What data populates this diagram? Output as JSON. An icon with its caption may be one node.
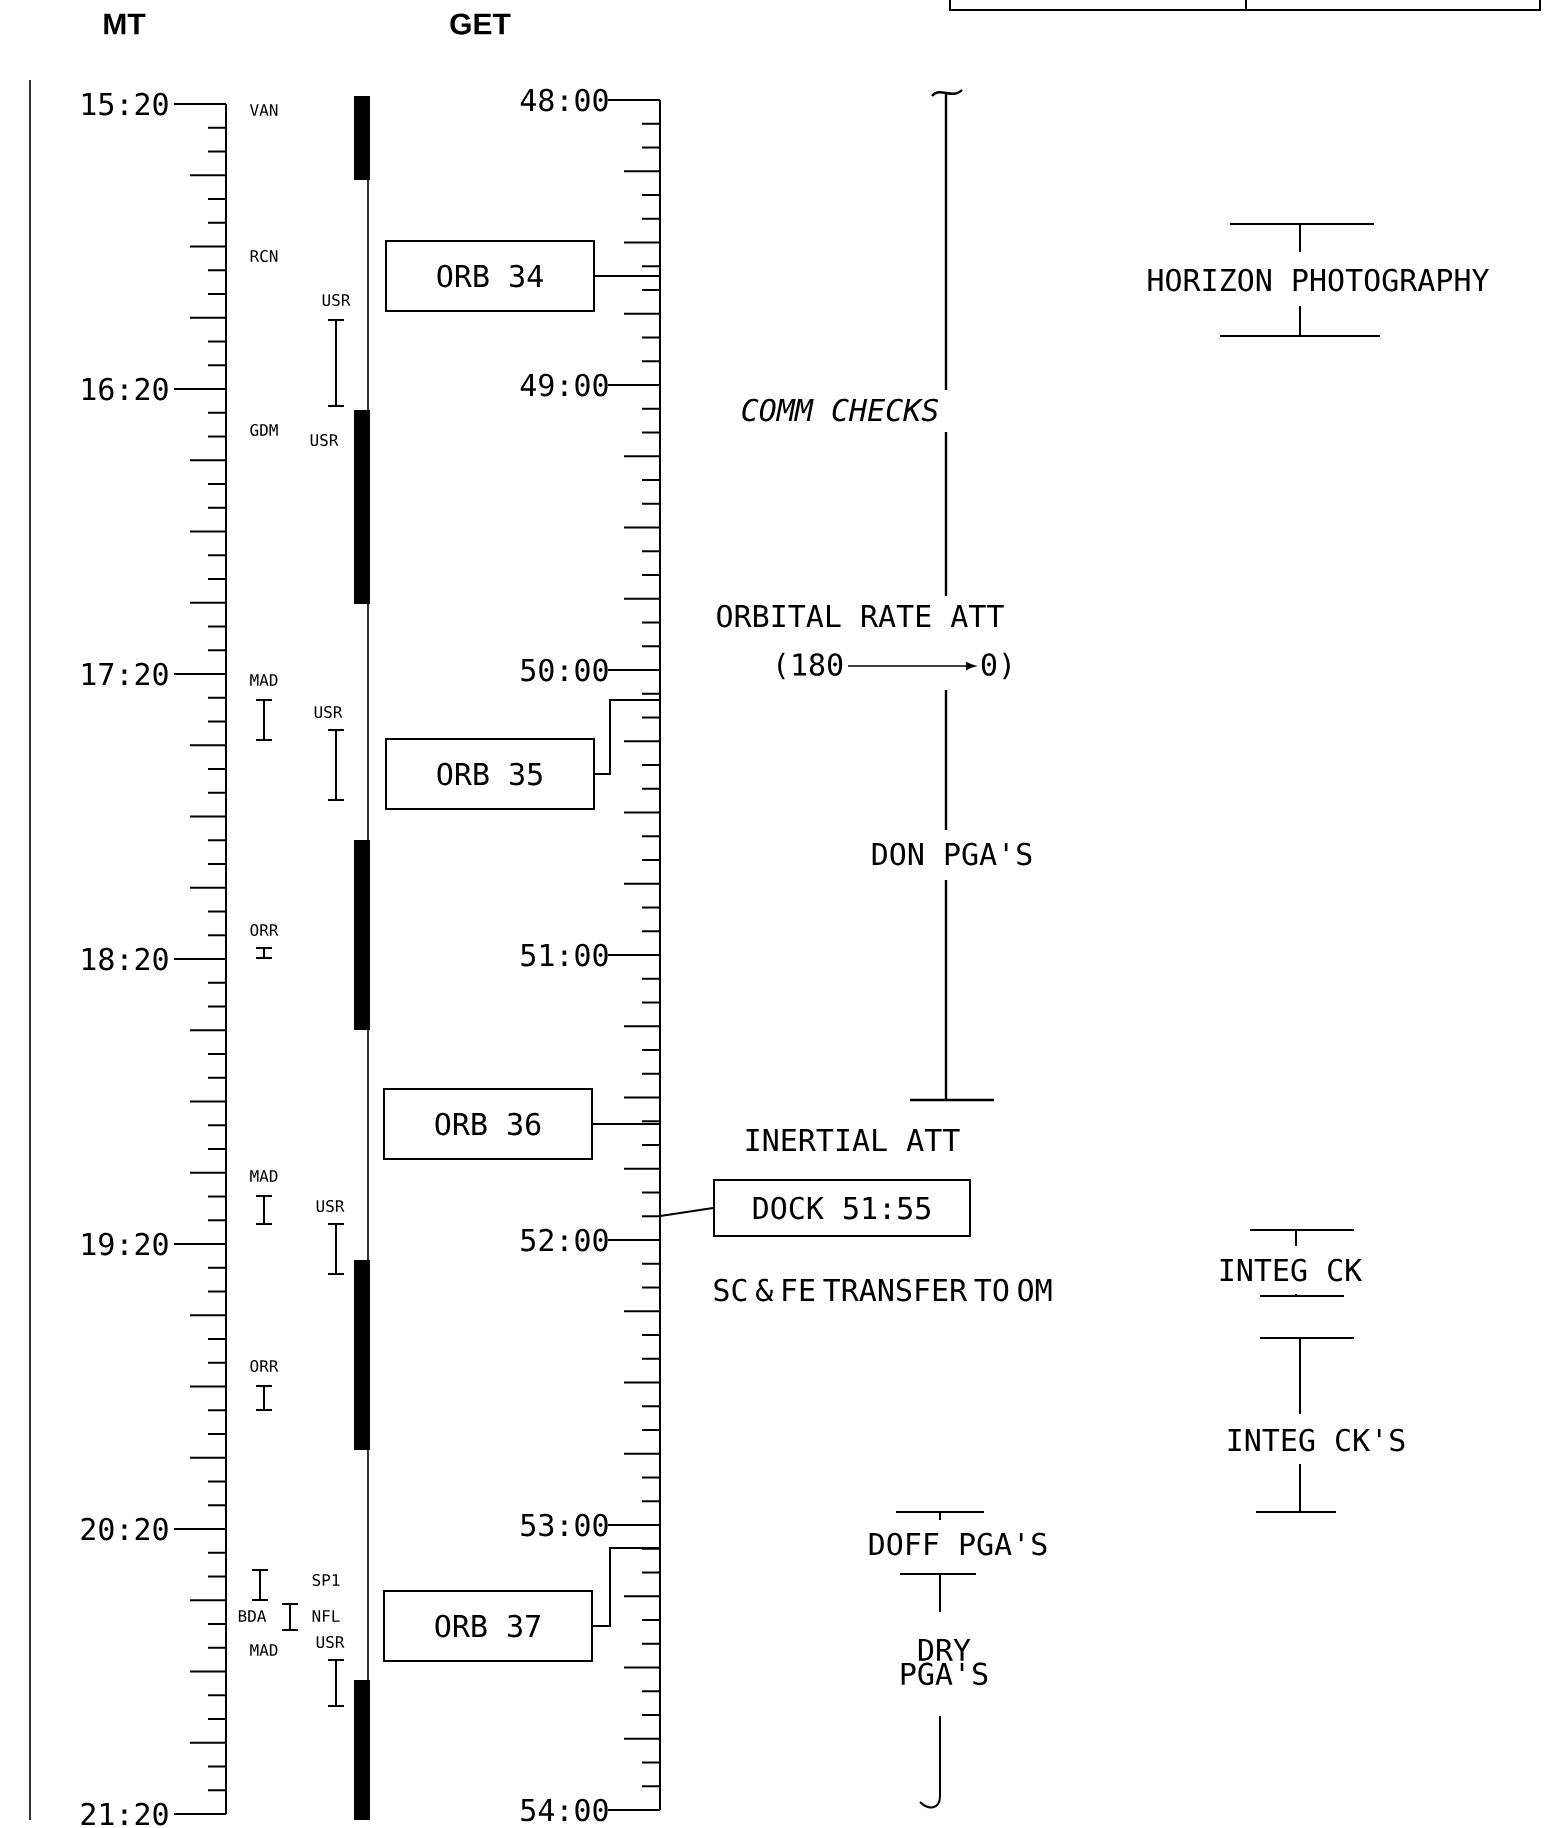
{
  "diagram": {
    "nodes": [
      {
        "text": [
          "ORB 34"
        ]
      },
      {
        "text": [
          "ORB 35"
        ]
      },
      {
        "text": [
          "ORB 36"
        ]
      },
      {
        "text": [
          "ORB 37"
        ]
      },
      {
        "text": [
          "DOCK 51:55"
        ]
      },
      {
        "text": [],
        "shape": "bar"
      }
    ],
    "edges": [
      {
        "from": 0,
        "to": 5,
        "arrow": "none"
      },
      {
        "from": 1,
        "to": 5,
        "arrow": "none"
      },
      {
        "from": 2,
        "to": 5,
        "arrow": "none"
      },
      {
        "from": 3,
        "to": 5,
        "arrow": "none"
      },
      {
        "from": 5,
        "to": 4,
        "arrow": "none"
      }
    ],
    "labels": [
      "MT",
      "GET",
      "15:20",
      "16:20",
      "17:20",
      "18:20",
      "19:20",
      "20:20",
      "21:20",
      "48:00",
      "49:00",
      "50:00",
      "51:00",
      "52:00",
      "53:00",
      "54:00",
      "VAN",
      "RCN",
      "USR",
      "GDM",
      "USR",
      "MAD",
      "USR",
      "ORR",
      "MAD",
      "USR",
      "ORR",
      "SP1",
      "BDA",
      "NFL",
      "USR",
      "MAD",
      "HORIZON PHOTOGRAPHY",
      "COMM CHECKS",
      "ORBITAL RATE ATT",
      "(180",
      "0)",
      "DON PGA'S",
      "INERTIAL ATT",
      "SC & FE TRANSFER TO OM",
      "INTEG CK",
      "INTEG CK'S",
      "DOFF PGA'S",
      "DRY PGA'S"
    ]
  }
}
